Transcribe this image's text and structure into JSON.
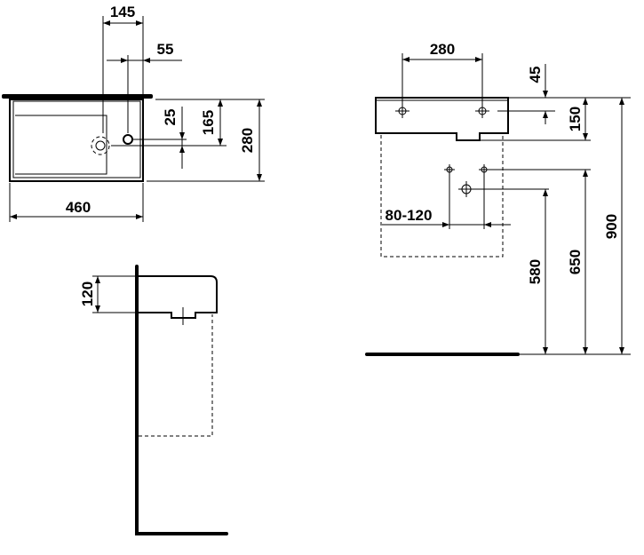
{
  "dimensions": {
    "top_view": {
      "tap_offset_145": "145",
      "tap_offset_55": "55",
      "drain_offset_25": "25",
      "drain_165": "165",
      "depth_280": "280",
      "width_460": "460"
    },
    "side_view": {
      "height_120": "120"
    },
    "front_view": {
      "tap_spacing_280": "280",
      "tap_height_45": "45",
      "bowl_150": "150",
      "wall_holes_80_120": "80-120",
      "height_580": "580",
      "height_650": "650",
      "height_900": "900"
    }
  }
}
